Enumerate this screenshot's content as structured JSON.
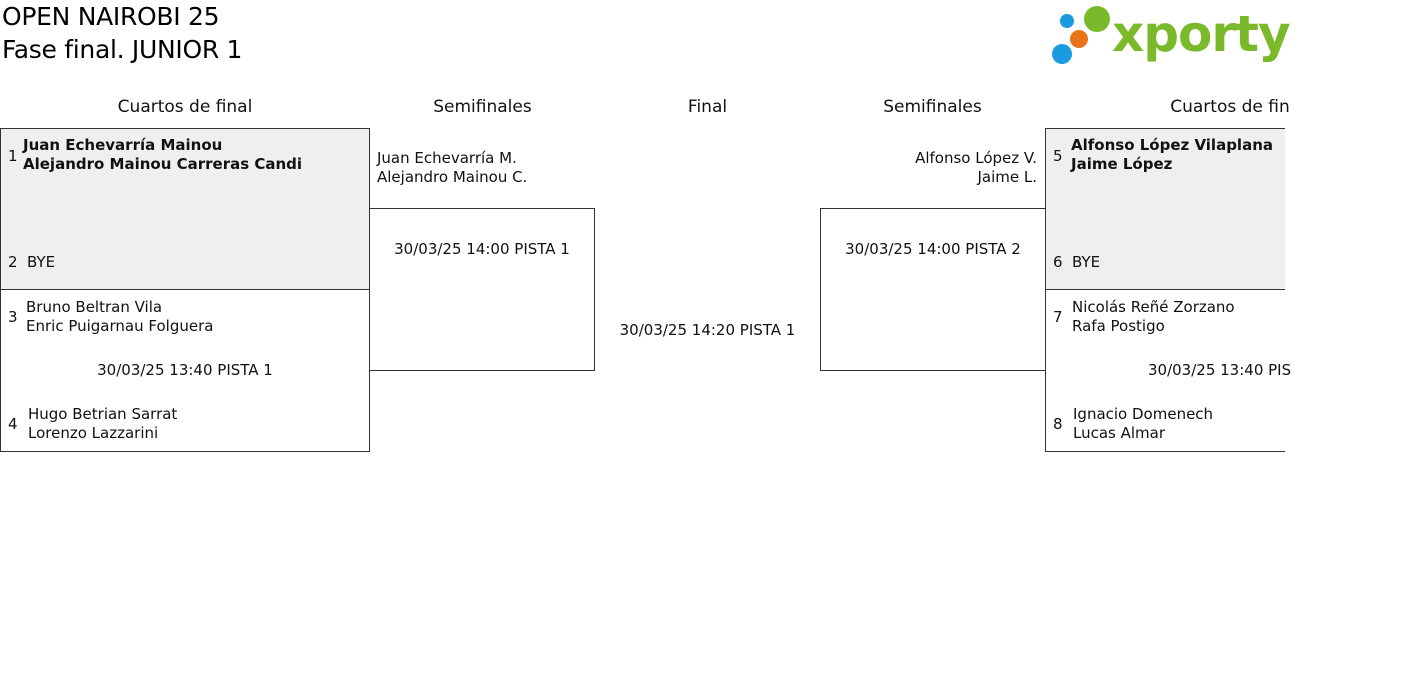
{
  "header": {
    "title_line1": "OPEN NAIROBI 25",
    "title_line2": "Fase final. JUNIOR 1",
    "logo_text": "xporty",
    "logo_dot_colors": [
      "#1a9be0",
      "#7ab929",
      "#e8731a",
      "#1a9be0"
    ]
  },
  "rounds": {
    "left_quarter": "Cuartos de final",
    "left_semi": "Semifinales",
    "final": "Final",
    "right_semi": "Semifinales",
    "right_quarter": "Cuartos de fin"
  },
  "left_quarter": {
    "match1": {
      "seed_a": "1",
      "team_a_p1": "Juan Echevarría Mainou",
      "team_a_p2": "Alejandro Mainou Carreras Candi",
      "seed_b": "2",
      "team_b": "BYE"
    },
    "match2": {
      "seed_a": "3",
      "team_a_p1": "Bruno Beltran Vila",
      "team_a_p2": "Enric Puigarnau Folguera",
      "schedule": "30/03/25 13:40 PISTA 1",
      "seed_b": "4",
      "team_b_p1": "Hugo Betrian Sarrat",
      "team_b_p2": "Lorenzo Lazzarini"
    }
  },
  "left_semi": {
    "winner_p1": "Juan Echevarría M.",
    "winner_p2": "Alejandro Mainou C.",
    "schedule": "30/03/25 14:00 PISTA 1"
  },
  "final": {
    "schedule": "30/03/25 14:20 PISTA 1"
  },
  "right_semi": {
    "winner_p1": "Alfonso López V.",
    "winner_p2": "Jaime L.",
    "schedule": "30/03/25 14:00 PISTA 2"
  },
  "right_quarter": {
    "match1": {
      "seed_a": "5",
      "team_a_p1": "Alfonso López Vilaplana",
      "team_a_p2": "Jaime López",
      "seed_b": "6",
      "team_b": "BYE"
    },
    "match2": {
      "seed_a": "7",
      "team_a_p1": "Nicolás Reñé Zorzano",
      "team_a_p2": "Rafa Postigo",
      "schedule": "30/03/25 13:40 PIS",
      "seed_b": "8",
      "team_b_p1": "Ignacio Domenech",
      "team_b_p2": "Lucas Almar"
    }
  }
}
